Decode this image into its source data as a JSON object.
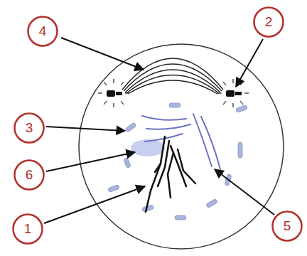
{
  "diagram": {
    "nodes": [
      {
        "text": [
          "4"
        ]
      },
      {
        "text": [
          "2"
        ]
      },
      {
        "text": [
          "3"
        ]
      },
      {
        "text": [
          "6"
        ]
      },
      {
        "text": [
          "1"
        ]
      },
      {
        "text": [
          "5"
        ]
      }
    ]
  }
}
